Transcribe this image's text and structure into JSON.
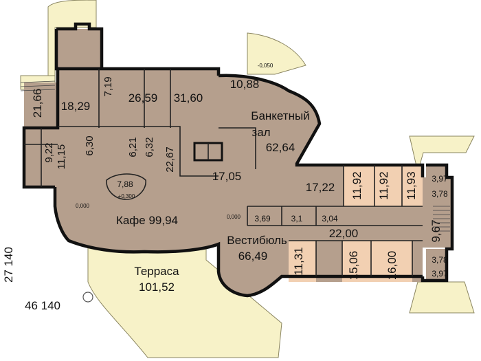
{
  "rooms": {
    "r2166": "21,66",
    "r1829": "18,29",
    "r719": "7,19",
    "r2659": "26,59",
    "r3160": "31,60",
    "r1088": "10,88",
    "r922": "9,22",
    "r1115": "11,15",
    "r630": "6,30",
    "r621": "6,21",
    "r632": "6,32",
    "r2267": "22,67",
    "r1705": "17,05",
    "r1722": "17,22",
    "r1192a": "11,92",
    "r1192b": "11,92",
    "r1193": "11,93",
    "r397a": "3,97",
    "r378a": "3,78",
    "r369": "3,69",
    "r31": "3,1",
    "r304": "3,04",
    "r2200": "22,00",
    "r967": "9,67",
    "r1131": "11,31",
    "r1506": "15,06",
    "r1600": "16,00",
    "r378b": "3,78",
    "r397b": "3,97",
    "r788": "7,88",
    "level_plus": "+0,300",
    "level_a": "0,000",
    "level_b": "0,000",
    "level_minus": "-0,050",
    "banquet_name": "Банкетный",
    "banquet_name2": "зал",
    "banquet_area": "62,64",
    "cafe": "Кафе 99,94",
    "lobby_name": "Вестибюль",
    "lobby_area": "66,49",
    "terrace_name": "Терраса",
    "terrace_area": "101,52"
  },
  "dimensions": {
    "height_mm": "27 140",
    "width_mm": "46 140"
  },
  "colors": {
    "room_fill": "#b59f8d",
    "peach_fill": "#f2d0b2",
    "terrace_fill": "#f7f2c8",
    "wall": "#111111"
  }
}
